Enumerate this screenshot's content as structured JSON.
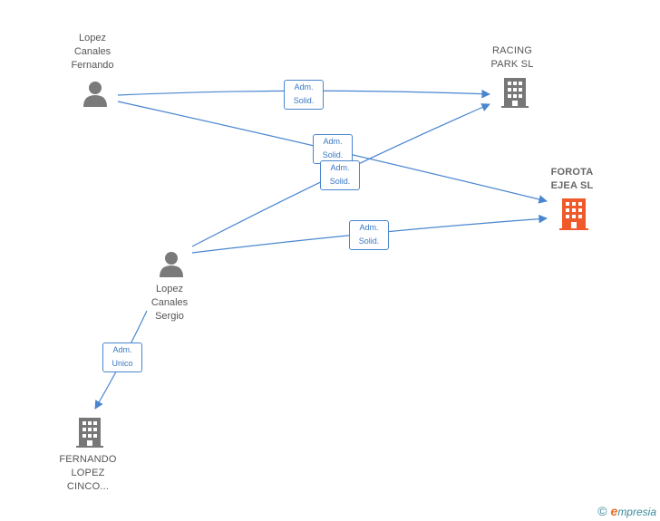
{
  "nodes": {
    "person_fernando": {
      "label_lines": [
        "Lopez",
        "Canales",
        "Fernando"
      ]
    },
    "person_sergio": {
      "label_lines": [
        "Lopez",
        "Canales",
        "Sergio"
      ]
    },
    "racing_park": {
      "label_lines": [
        "RACING",
        "PARK  SL"
      ]
    },
    "forota": {
      "label_lines": [
        "FOROTA",
        "EJEA  SL"
      ]
    },
    "fernando_lopez": {
      "label_lines": [
        "FERNANDO",
        "LOPEZ",
        "CINCO..."
      ]
    }
  },
  "edge_labels": {
    "fernando_racing": [
      "Adm.",
      "Solid."
    ],
    "fernando_forota": [
      "Adm.",
      "Solid."
    ],
    "sergio_racing": [
      "Adm.",
      "Solid."
    ],
    "sergio_forota": [
      "Adm.",
      "Solid."
    ],
    "sergio_fernandolopez": [
      "Adm.",
      "Unico"
    ]
  },
  "colors": {
    "edge": "#4a86cf",
    "person_icon": "#7a7a7a",
    "company_icon": "#777777",
    "highlight_company_icon": "#f0592a"
  },
  "icons": {
    "person": "person-icon",
    "company": "building-icon"
  },
  "brand": {
    "copyright_symbol": "©",
    "first_letter": "e",
    "rest": "mpresia"
  }
}
